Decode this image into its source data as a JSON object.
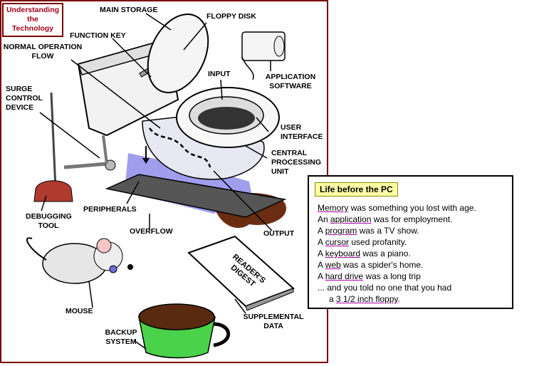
{
  "title": {
    "line1": "Understanding",
    "line2": "the",
    "line3": "Technology"
  },
  "labels": {
    "main_storage": "MAIN STORAGE",
    "floppy_disk": "FLOPPY DISK",
    "function_key": "FUNCTION KEY",
    "normal_flow_1": "NORMAL OPERATION",
    "normal_flow_2": "FLOW",
    "input": "INPUT",
    "app_software_1": "APPLICATION",
    "app_software_2": "SOFTWARE",
    "surge_1": "SURGE",
    "surge_2": "CONTROL",
    "surge_3": "DEVICE",
    "user_interface_1": "USER",
    "user_interface_2": "INTERFACE",
    "cpu_1": "CENTRAL",
    "cpu_2": "PROCESSING",
    "cpu_3": "UNIT",
    "debugging_1": "DEBUGGING",
    "debugging_2": "TOOL",
    "peripherals": "PERIPHERALS",
    "overflow": "OVERFLOW",
    "output": "OUTPUT",
    "mouse": "MOUSE",
    "backup_1": "BACKUP",
    "backup_2": "SYSTEM",
    "supplemental_1": "SUPPLEMENTAL",
    "supplemental_2": "DATA",
    "book_1": "READER'S",
    "book_2": "DIGEST"
  },
  "info": {
    "title": "Life before the PC",
    "lines": [
      {
        "kw": "Memory",
        "rest": " was something you lost with age."
      },
      {
        "pre": "An ",
        "kw": "application",
        "rest": " was for employment."
      },
      {
        "pre": "A ",
        "kw": "program",
        "rest": " was a TV show."
      },
      {
        "pre": "A ",
        "kw": "cursor",
        "rest": " used profanity."
      },
      {
        "pre": "A ",
        "kw": "keyboard",
        "rest": " was a piano."
      },
      {
        "pre": "A ",
        "kw": "web",
        "rest": " was a spider's home."
      },
      {
        "pre": "A ",
        "kw": "hard drive",
        "rest": " was a long trip"
      }
    ],
    "last1": "... and you told no one that you had",
    "last2_pre": "a ",
    "last2_kw": "3 1/2 inch floppy",
    "last2_rest": "."
  },
  "colors": {
    "accent": "#a3001a",
    "frame": "#7a0000",
    "highlight": "#ffffa6",
    "underline": "#b000b0"
  }
}
